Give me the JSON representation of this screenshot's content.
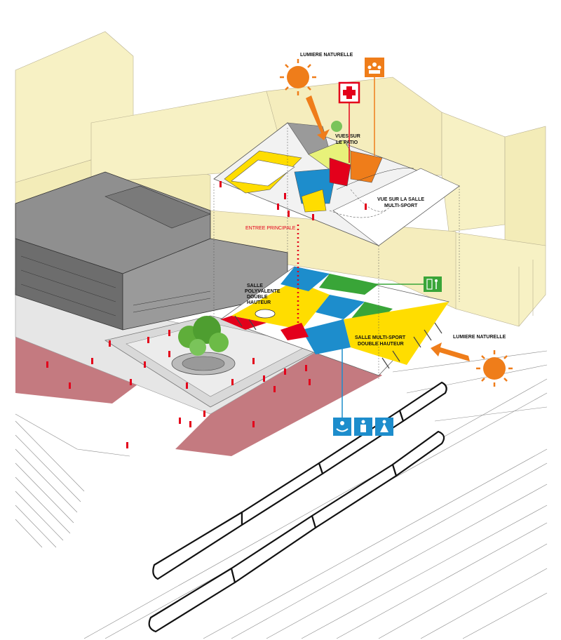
{
  "labels": {
    "lumiere_top": "LUMIERE NATURELLE",
    "lumiere_right": "LUMIERE NATURELLE",
    "vues_patio": [
      "VUES SUR",
      "LE PATIO"
    ],
    "vue_salle": [
      "VUE SUR LA SALLE",
      "MULTI-SPORT"
    ],
    "entree": "ENTREE PRINCIPALE",
    "salle_poly": [
      "SALLE",
      "POLYVALENTE",
      "DOUBLE",
      "HAUTEUR"
    ],
    "salle_multi": [
      "SALLE MULTI-SPORT",
      "DOUBLE HAUTEUR"
    ]
  },
  "icons": [
    "sun-icon",
    "first-aid-cross-icon",
    "meeting-room-icon",
    "locker-room-icon",
    "baby-changing-icon",
    "mens-toilet-icon",
    "womens-toilet-icon"
  ],
  "colors": {
    "building_cream": "#f7f1c4",
    "existing_grey": "#8a8a8a",
    "yellow": "#ffdd00",
    "blue": "#1d8dcc",
    "green": "#39a538",
    "red": "#e3001b",
    "orange": "#ef7d1a",
    "plaza_maroon": "#c47a80"
  }
}
